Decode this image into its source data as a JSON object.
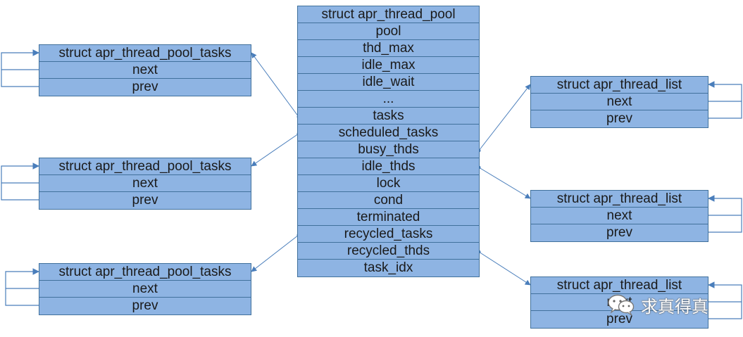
{
  "colors": {
    "cell_fill": "#8eb4e3",
    "border": "#41719c",
    "connector": "#4a7ebb"
  },
  "thread_pool": {
    "title": "struct apr_thread_pool",
    "fields": [
      "pool",
      "thd_max",
      "idle_max",
      "idle_wait",
      "...",
      "tasks",
      "scheduled_tasks",
      "busy_thds",
      "idle_thds",
      "lock",
      "cond",
      "terminated",
      "recycled_tasks",
      "recycled_thds",
      "task_idx"
    ]
  },
  "task_nodes": [
    {
      "title": "struct apr_thread_pool_tasks",
      "fields": [
        "next",
        "prev"
      ]
    },
    {
      "title": "struct apr_thread_pool_tasks",
      "fields": [
        "next",
        "prev"
      ]
    },
    {
      "title": "struct apr_thread_pool_tasks",
      "fields": [
        "next",
        "prev"
      ]
    }
  ],
  "list_nodes": [
    {
      "title": "struct apr_thread_list",
      "fields": [
        "next",
        "prev"
      ]
    },
    {
      "title": "struct apr_thread_list",
      "fields": [
        "next",
        "prev"
      ]
    },
    {
      "title": "struct apr_thread_list",
      "fields": [
        "next",
        "prev"
      ]
    }
  ],
  "watermark": {
    "icon": "wechat-icon",
    "text": "求真得真"
  }
}
